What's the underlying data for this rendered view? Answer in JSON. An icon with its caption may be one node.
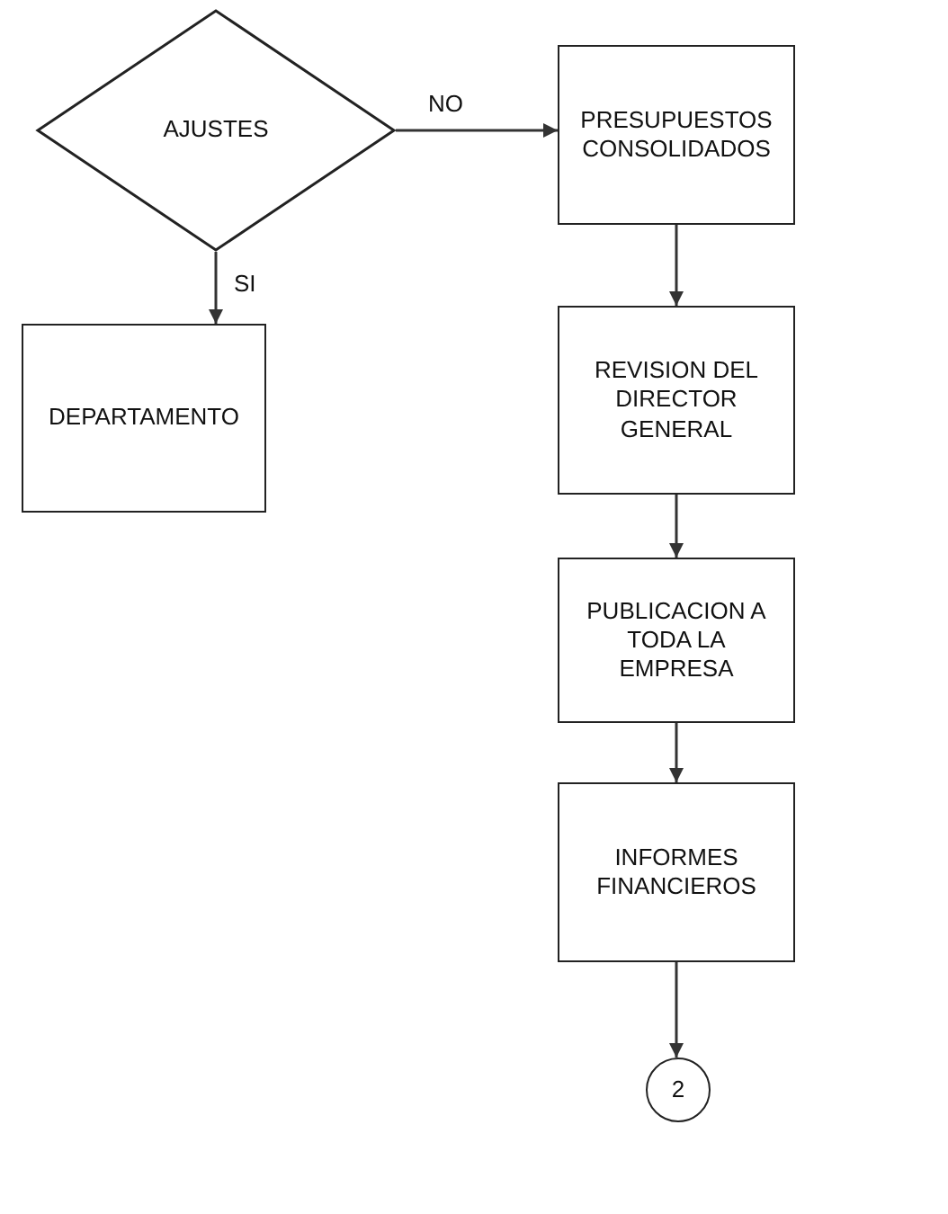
{
  "diagram": {
    "nodes": [
      {
        "text": [
          "AJUSTES"
        ]
      },
      {
        "text": [
          "PRESUPUESTOS CONSOLIDADOS"
        ]
      },
      {
        "text": [
          "DEPARTAMENTO"
        ]
      },
      {
        "text": [
          "REVISION DEL DIRECTOR GENERAL"
        ]
      },
      {
        "text": [
          "PUBLICACION A TODA LA EMPRESA"
        ]
      },
      {
        "text": [
          "INFORMES FINANCIEROS"
        ]
      },
      {
        "text": [
          "2"
        ]
      }
    ],
    "edges": [
      {
        "from": 0,
        "to": 1,
        "arrow": "to",
        "label": "NO"
      },
      {
        "from": 0,
        "to": 2,
        "arrow": "to",
        "label": "SI"
      },
      {
        "from": 1,
        "to": 3,
        "arrow": "to"
      },
      {
        "from": 3,
        "to": 4,
        "arrow": "to"
      },
      {
        "from": 4,
        "to": 5,
        "arrow": "to"
      },
      {
        "from": 5,
        "to": 6,
        "arrow": "to"
      }
    ]
  }
}
